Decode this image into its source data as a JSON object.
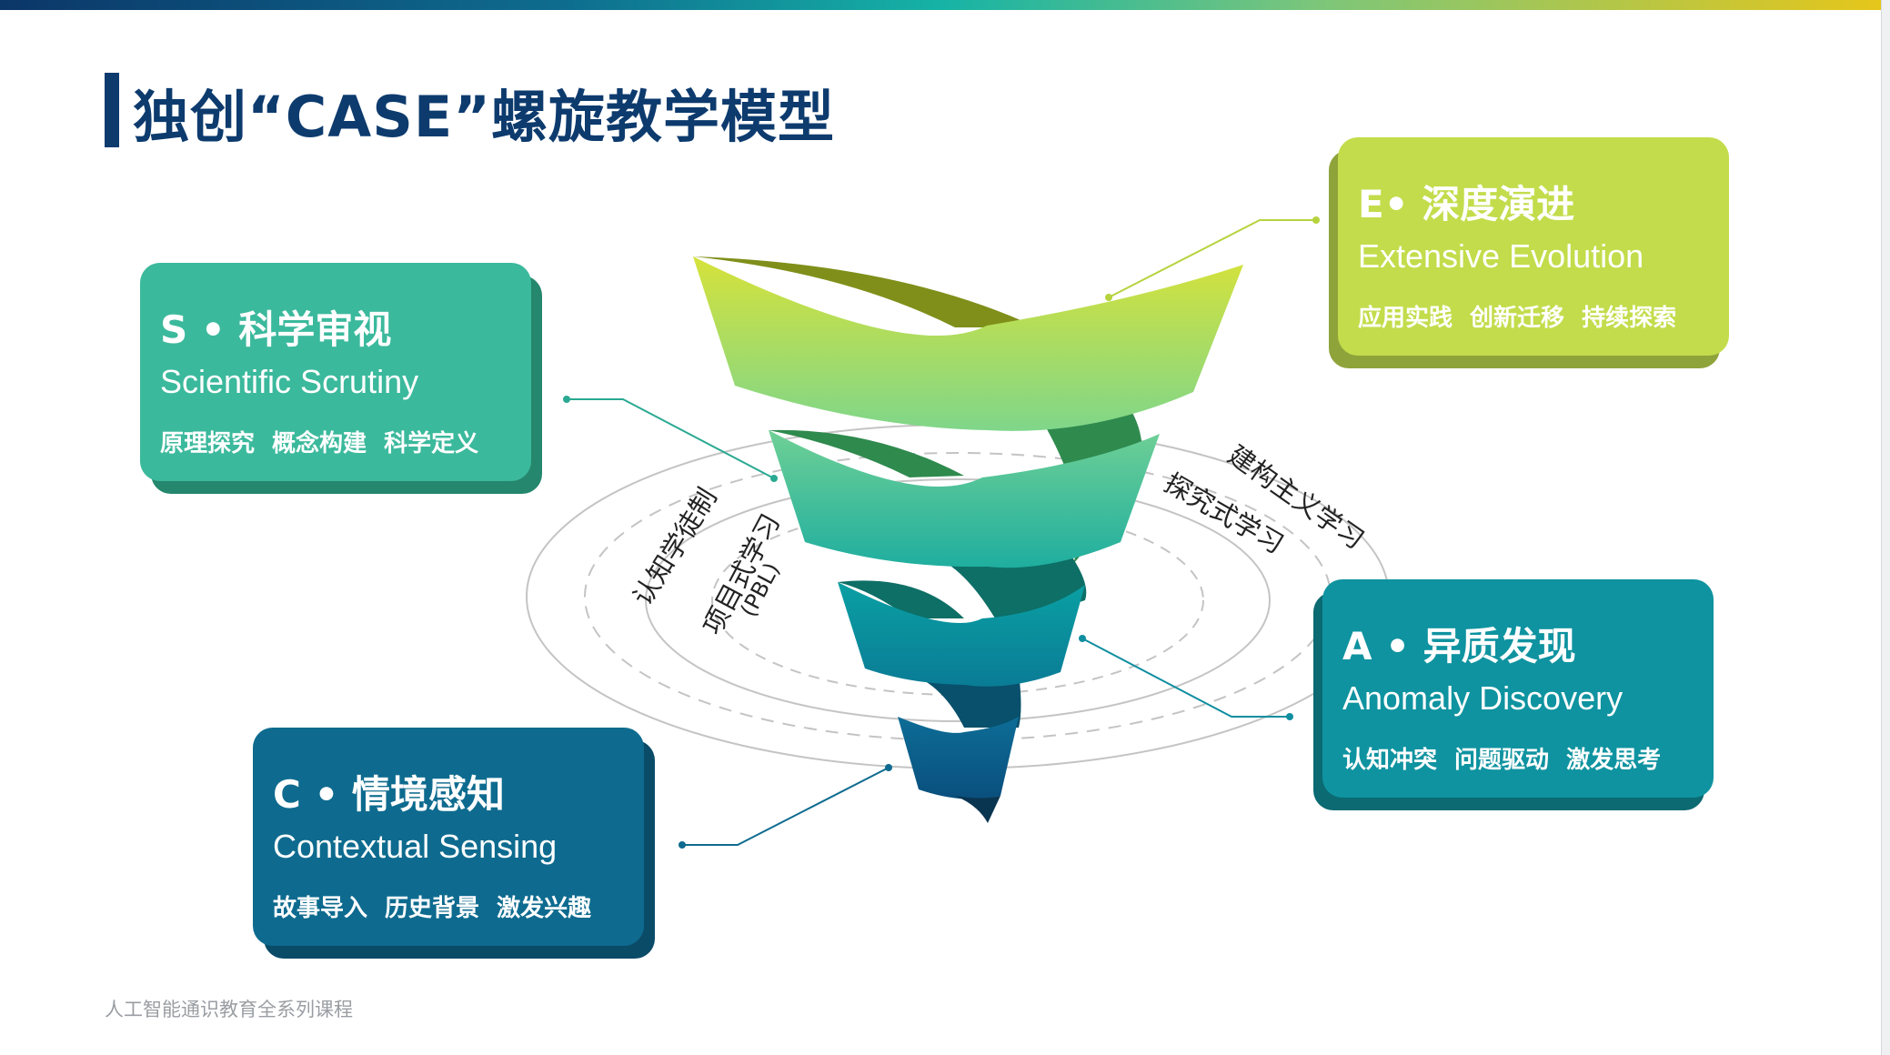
{
  "title": "独创“CASE”螺旋教学模型",
  "footer": "人工智能通识教育全系列课程",
  "colors": {
    "S": "#3bb99c",
    "E": "#c3dc4b",
    "A": "#0f93a0",
    "C": "#0e6b8f",
    "title": "#0d3b6e"
  },
  "cards": {
    "S": {
      "title": "S • 科学审视",
      "english": "Scientific Scrutiny",
      "sub": "原理探究 概念构建 科学定义"
    },
    "E": {
      "title": "E• 深度演进",
      "english": "Extensive Evolution",
      "sub": "应用实践 创新迁移 持续探索"
    },
    "A": {
      "title": "A • 异质发现",
      "english": "Anomaly Discovery",
      "sub": "认知冲突 问题驱动 激发思考"
    },
    "C": {
      "title": "C • 情境感知",
      "english": "Contextual Sensing",
      "sub": "故事导入 历史背景 激发兴趣"
    }
  },
  "ring_labels": {
    "cognitive": "认知学徒制",
    "project": "项目式学习",
    "pbl": "(PBL)",
    "constructivism": "建构主义学习",
    "inquiry": "探究式学习"
  }
}
